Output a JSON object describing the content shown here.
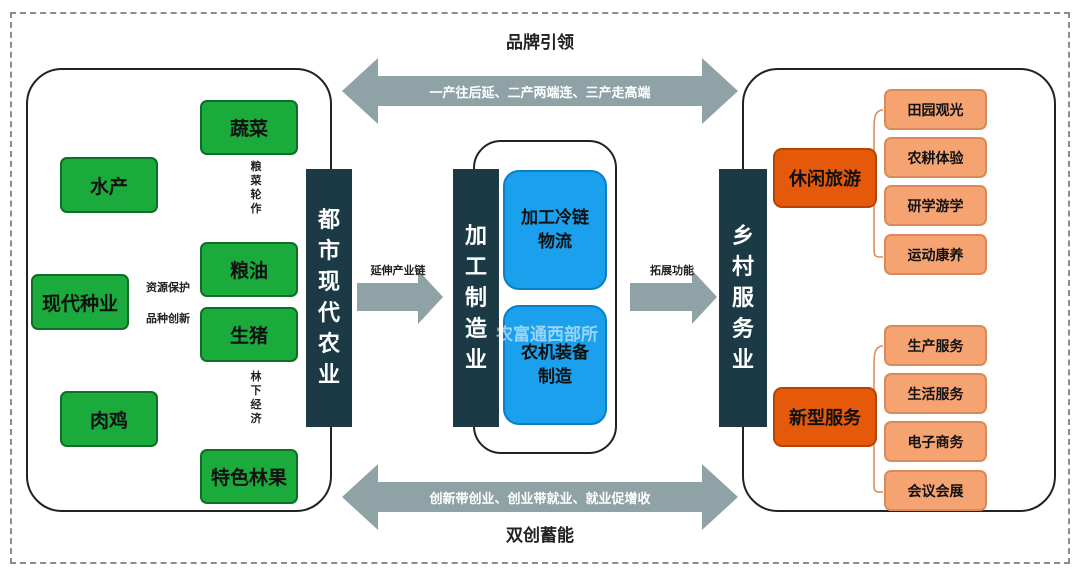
{
  "top_label": "品牌引领",
  "bottom_label": "双创蓄能",
  "top_arrow_text": "一产往后延、二产两端连、三产走高端",
  "bottom_arrow_text": "创新带创业、创业带就业、就业促增收",
  "left": {
    "boxes": {
      "shuichan": "水产",
      "xiandai": "现代种业",
      "rouji": "肉鸡",
      "shucai": "蔬菜",
      "liangyou": "粮油",
      "shengzhu": "生猪",
      "tese": "特色林果"
    },
    "label_ziyuan": "资源保护",
    "label_pinzhong": "品种创新",
    "label_liangcai": "粮菜轮作",
    "label_linxia": "林下经济"
  },
  "dushi": "都市现代农业",
  "arrow_yanshen": "延伸产业链",
  "jiagong": "加工制造业",
  "blue_top": "加工冷链物流",
  "blue_bottom": "农机装备制造",
  "arrow_tuozhan": "拓展功能",
  "xiangcun": "乡村服务业",
  "right": {
    "xiuxian": "休闲旅游",
    "xinxing": "新型服务",
    "items_top": [
      "田园观光",
      "农耕体验",
      "研学游学",
      "运动康养"
    ],
    "items_bottom": [
      "生产服务",
      "生活服务",
      "电子商务",
      "会议会展"
    ]
  },
  "watermark": "农富通西部所",
  "colors": {
    "green": "#1aab3c",
    "dark_teal": "#1c3a46",
    "orange": "#e55a0a",
    "peach": "#f6a372",
    "blue": "#1aa0ec",
    "arrow_gray": "#8fa3a7"
  }
}
